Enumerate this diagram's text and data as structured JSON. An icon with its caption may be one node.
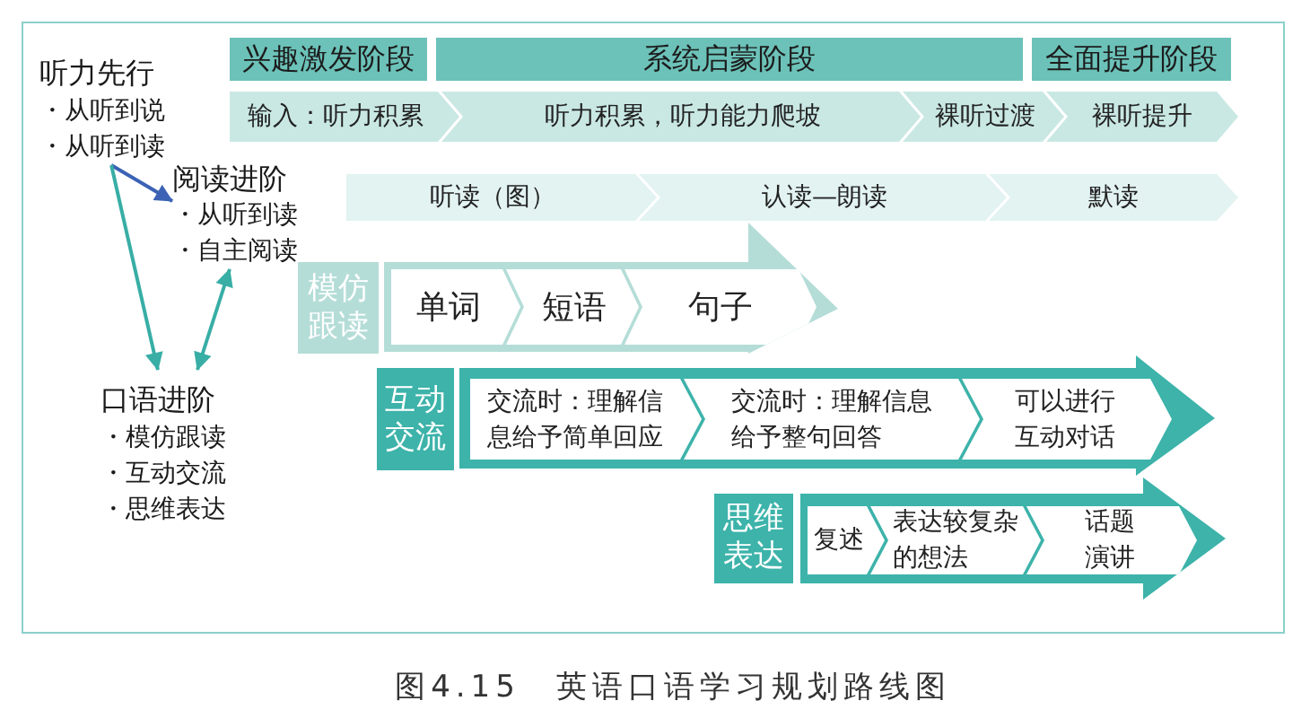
{
  "diagram": {
    "caption": "图4.15　英语口语学习规划路线图",
    "nodes": [
      {
        "text": [
          "听力先行",
          "・从听到说",
          "・从听到读"
        ]
      },
      {
        "text": [
          "兴趣激发阶段"
        ]
      },
      {
        "text": [
          "系统启蒙阶段"
        ]
      },
      {
        "text": [
          "全面提升阶段"
        ]
      },
      {
        "text": [
          "输入：听力积累"
        ]
      },
      {
        "text": [
          "听力积累，听力能力爬坡"
        ]
      },
      {
        "text": [
          "裸听过渡"
        ]
      },
      {
        "text": [
          "裸听提升"
        ]
      },
      {
        "text": [
          "阅读进阶",
          "・从听到读",
          "・自主阅读"
        ]
      },
      {
        "text": [
          "听读（图）"
        ]
      },
      {
        "text": [
          "认读—朗读"
        ]
      },
      {
        "text": [
          "默读"
        ]
      },
      {
        "text": [
          "模仿跟读"
        ]
      },
      {
        "text": [],
        "shape": "arrow"
      },
      {
        "text": [
          "单词"
        ],
        "in": 13
      },
      {
        "text": [
          "短语"
        ],
        "in": 13
      },
      {
        "text": [
          "句子"
        ],
        "in": 13
      },
      {
        "text": [
          "口语进阶",
          "・模仿跟读",
          "・互动交流",
          "・思维表达"
        ]
      },
      {
        "text": [
          "互动交流"
        ]
      },
      {
        "text": [],
        "shape": "arrow"
      },
      {
        "text": [
          "交流时：理解信息给予简单回应"
        ],
        "in": 19
      },
      {
        "text": [
          "交流时：理解信息给予整句回答"
        ],
        "in": 19
      },
      {
        "text": [
          "可以进行互动对话"
        ],
        "in": 19
      },
      {
        "text": [
          "思维表达"
        ]
      },
      {
        "text": [],
        "shape": "arrow"
      },
      {
        "text": [
          "复述"
        ],
        "in": 24
      },
      {
        "text": [
          "表达较复杂的想法"
        ],
        "in": 24
      },
      {
        "text": [
          "话题演讲"
        ],
        "in": 24
      }
    ],
    "edges": [
      {
        "from": 0,
        "to": 8,
        "arrow": "to",
        "color": "#3b62b5"
      },
      {
        "from": 0,
        "to": 17,
        "arrow": "to"
      },
      {
        "from": 8,
        "to": 17,
        "arrow": "both"
      }
    ]
  }
}
